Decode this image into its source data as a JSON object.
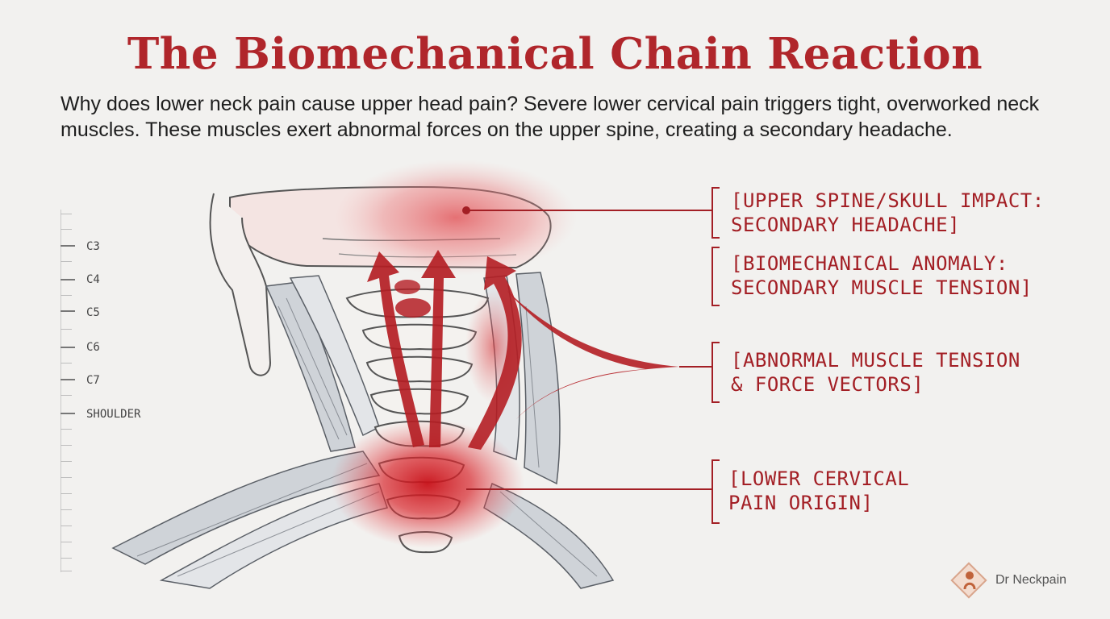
{
  "title": "The Biomechanical Chain Reaction",
  "intro": "Why does lower neck pain cause upper head pain? Severe lower cervical pain triggers tight, overworked neck muscles. These muscles exert abnormal forces on the upper spine, creating a secondary headache.",
  "ruler": {
    "labels": [
      "C3",
      "C4",
      "C5",
      "C6",
      "C7",
      "SHOULDER"
    ]
  },
  "annotations": {
    "upper": "[UPPER SPINE/SKULL IMPACT:\nSECONDARY HEADACHE]",
    "anomaly": "[BIOMECHANICAL ANOMALY:\nSECONDARY MUSCLE TENSION]",
    "tension": "[ABNORMAL MUSCLE TENSION\n& FORCE VECTORS]",
    "origin": "[LOWER CERVICAL\nPAIN ORIGIN]"
  },
  "brand": {
    "name": "Dr Neckpain"
  },
  "colors": {
    "accent": "#b0262b",
    "annotation": "#a31f25",
    "background": "#f2f1ef"
  }
}
